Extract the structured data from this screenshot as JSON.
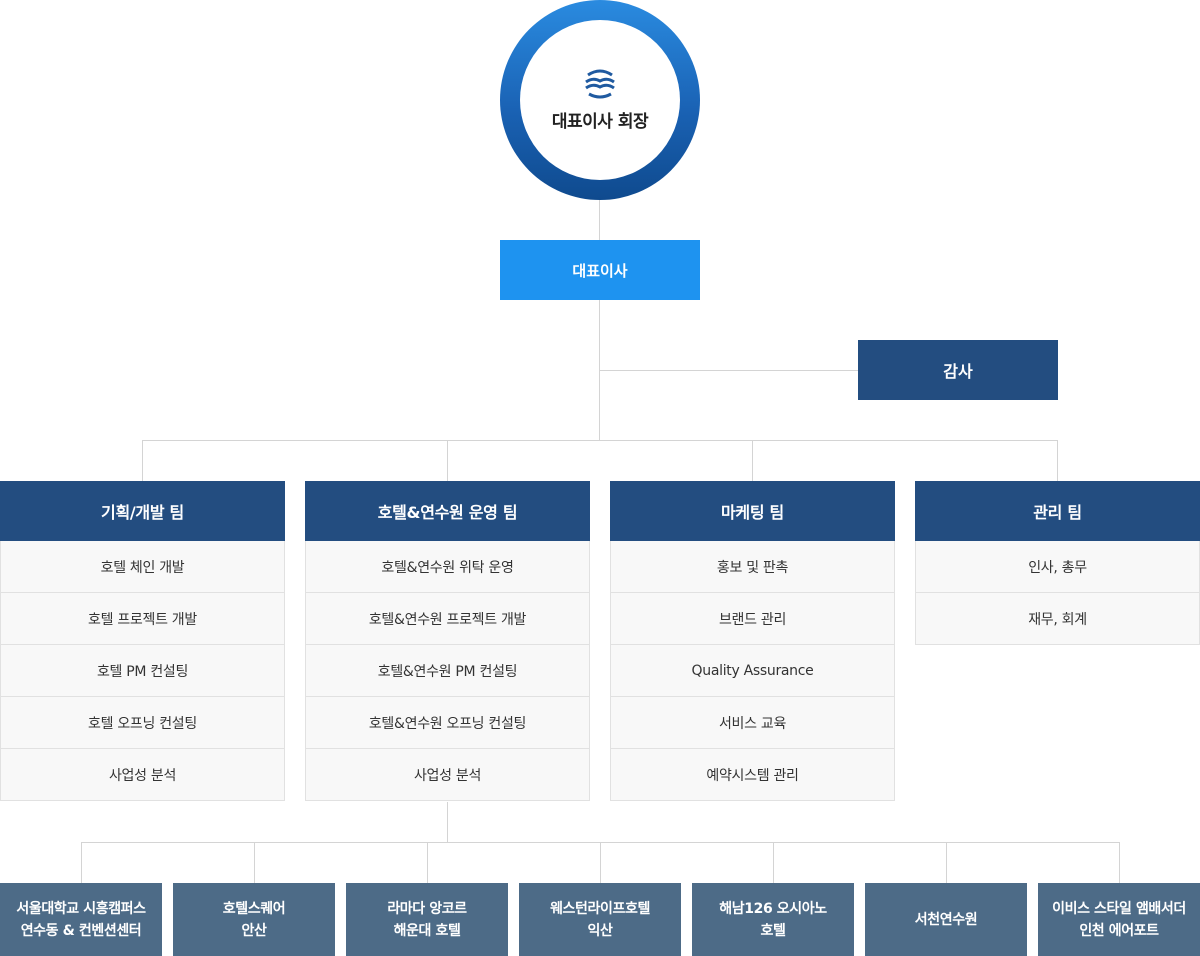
{
  "ceo": {
    "title": "대표이사 회장",
    "logo_icon": "wave-logo-icon"
  },
  "ceo_office": {
    "label": "대표이사"
  },
  "audit": {
    "label": "감사"
  },
  "teams": [
    {
      "title": "기획/개발 팀",
      "items": [
        "호텔 체인 개발",
        "호텔 프로젝트 개발",
        "호텔 PM 컨설팅",
        "호텔 오프닝 컨설팅",
        "사업성 분석"
      ]
    },
    {
      "title": "호텔&연수원 운영 팀",
      "items": [
        "호텔&연수원 위탁 운영",
        "호텔&연수원 프로젝트 개발",
        "호텔&연수원 PM 컨설팅",
        "호텔&연수원 오프닝 컨설팅",
        "사업성 분석"
      ]
    },
    {
      "title": "마케팅 팀",
      "items": [
        "홍보 및 판촉",
        "브랜드 관리",
        "Quality Assurance",
        "서비스 교육",
        "예약시스템 관리"
      ]
    },
    {
      "title": "관리 팀",
      "items": [
        "인사, 총무",
        "재무, 회계"
      ]
    }
  ],
  "hotels": [
    {
      "line1": "서울대학교 시흥캠퍼스",
      "line2": "연수동 & 컨벤션센터"
    },
    {
      "line1": "호텔스퀘어",
      "line2": "안산"
    },
    {
      "line1": "라마다 앙코르",
      "line2": "해운대 호텔"
    },
    {
      "line1": "웨스턴라이프호텔",
      "line2": "익산"
    },
    {
      "line1": "해남126 오시아노",
      "line2": "호텔"
    },
    {
      "line1": "서천연수원",
      "line2": ""
    },
    {
      "line1": "이비스 스타일 앰배서더",
      "line2": "인천 에어포트"
    }
  ],
  "colors": {
    "ceo_ring": "#1a62b4",
    "ceo_office": "#1e93f0",
    "team_header": "#234d80",
    "hotel_box": "#4d6b87",
    "connector": "#d4d4d4"
  }
}
